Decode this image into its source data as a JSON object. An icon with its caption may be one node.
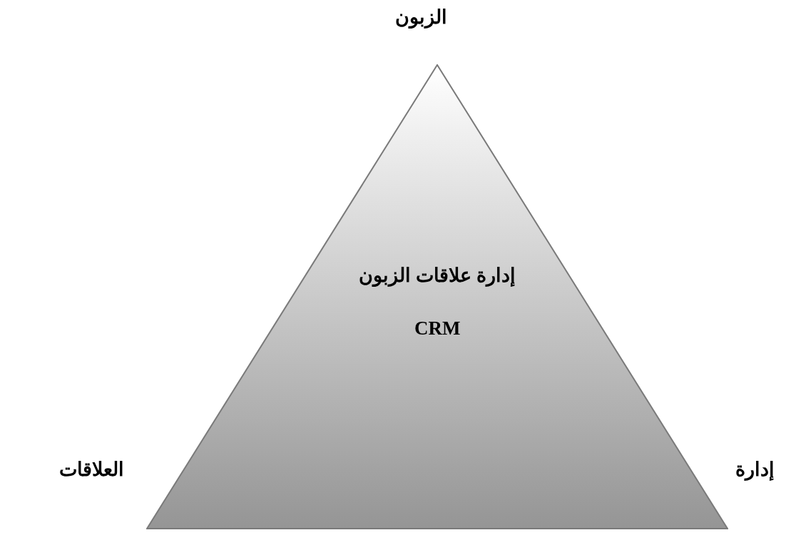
{
  "diagram": {
    "nodes": [
      {
        "text": [
          "إدارة علاقات الزبون",
          "CRM"
        ]
      }
    ],
    "edges": [],
    "labels": [
      "الزبون",
      "العلاقات",
      "إدارة"
    ]
  }
}
